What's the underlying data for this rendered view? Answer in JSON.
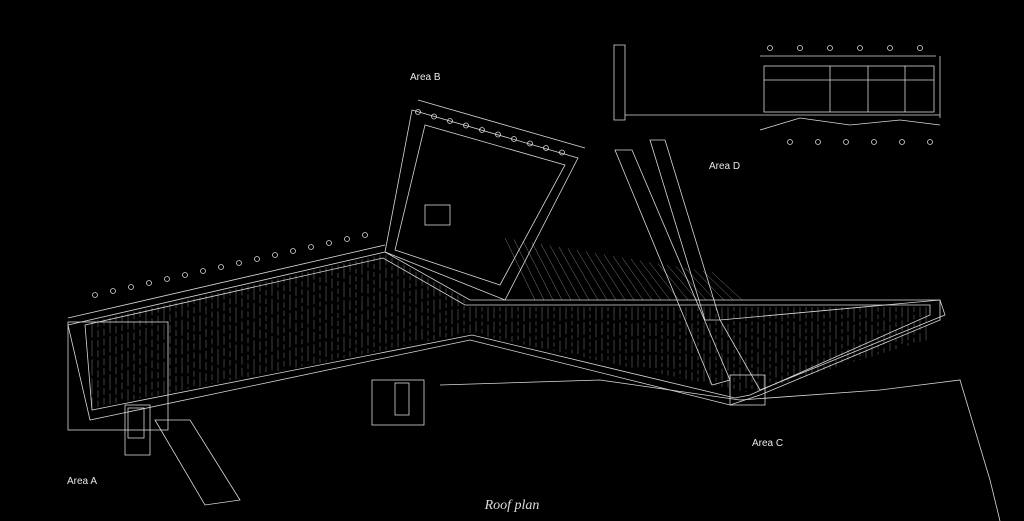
{
  "drawing": {
    "background": "#000000",
    "line_color": "#ffffff",
    "caption": "Roof plan",
    "areas": [
      {
        "id": "A",
        "label": "Area A"
      },
      {
        "id": "B",
        "label": "Area B"
      },
      {
        "id": "C",
        "label": "Area C"
      },
      {
        "id": "D",
        "label": "Area D"
      }
    ]
  }
}
